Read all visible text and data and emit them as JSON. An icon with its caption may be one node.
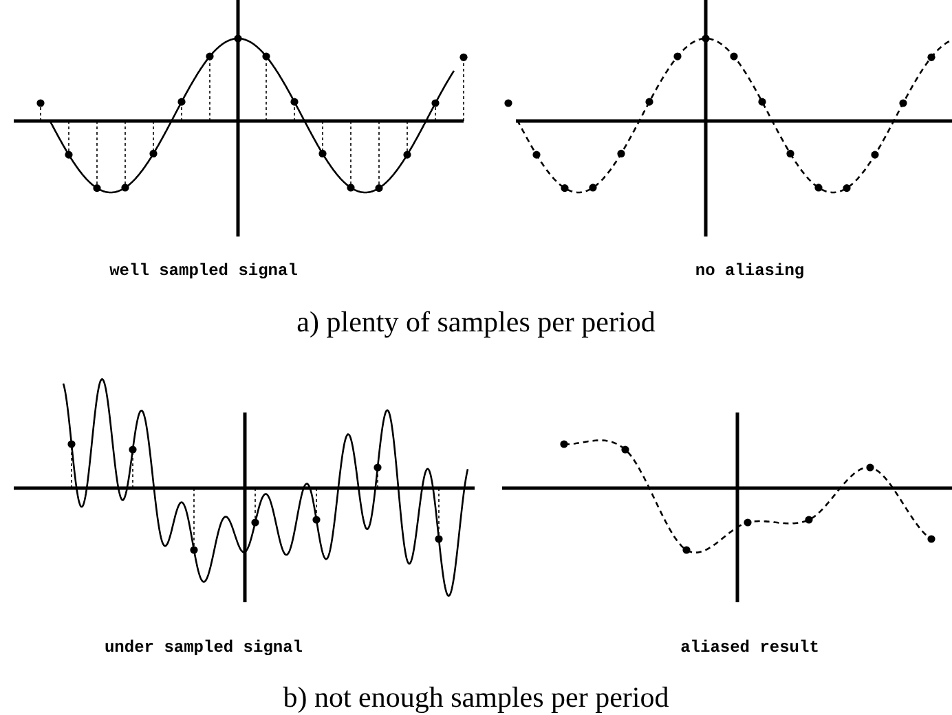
{
  "diagram": {
    "labels": [
      "well sampled signal",
      "no aliasing",
      "a) plenty of samples per period",
      "under sampled signal",
      "aliased result",
      "b) not enough samples per period"
    ]
  }
}
